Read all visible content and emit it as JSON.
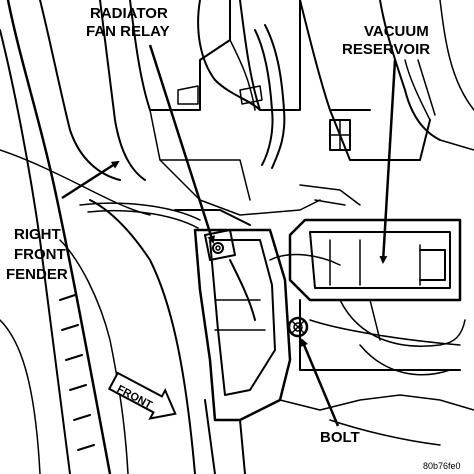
{
  "labels": {
    "radiator_fan_relay_line1": "RADIATOR",
    "radiator_fan_relay_line2": "FAN RELAY",
    "vacuum_reservoir_line1": "VACUUM",
    "vacuum_reservoir_line2": "RESERVOIR",
    "right_front_fender_line1": "RIGHT",
    "right_front_fender_line2": "FRONT",
    "right_front_fender_line3": "FENDER",
    "bolt": "BOLT",
    "front_arrow": "FRONT",
    "figure_code": "80b76fe0"
  },
  "colors": {
    "ink": "#000000",
    "background": "#ffffff"
  }
}
